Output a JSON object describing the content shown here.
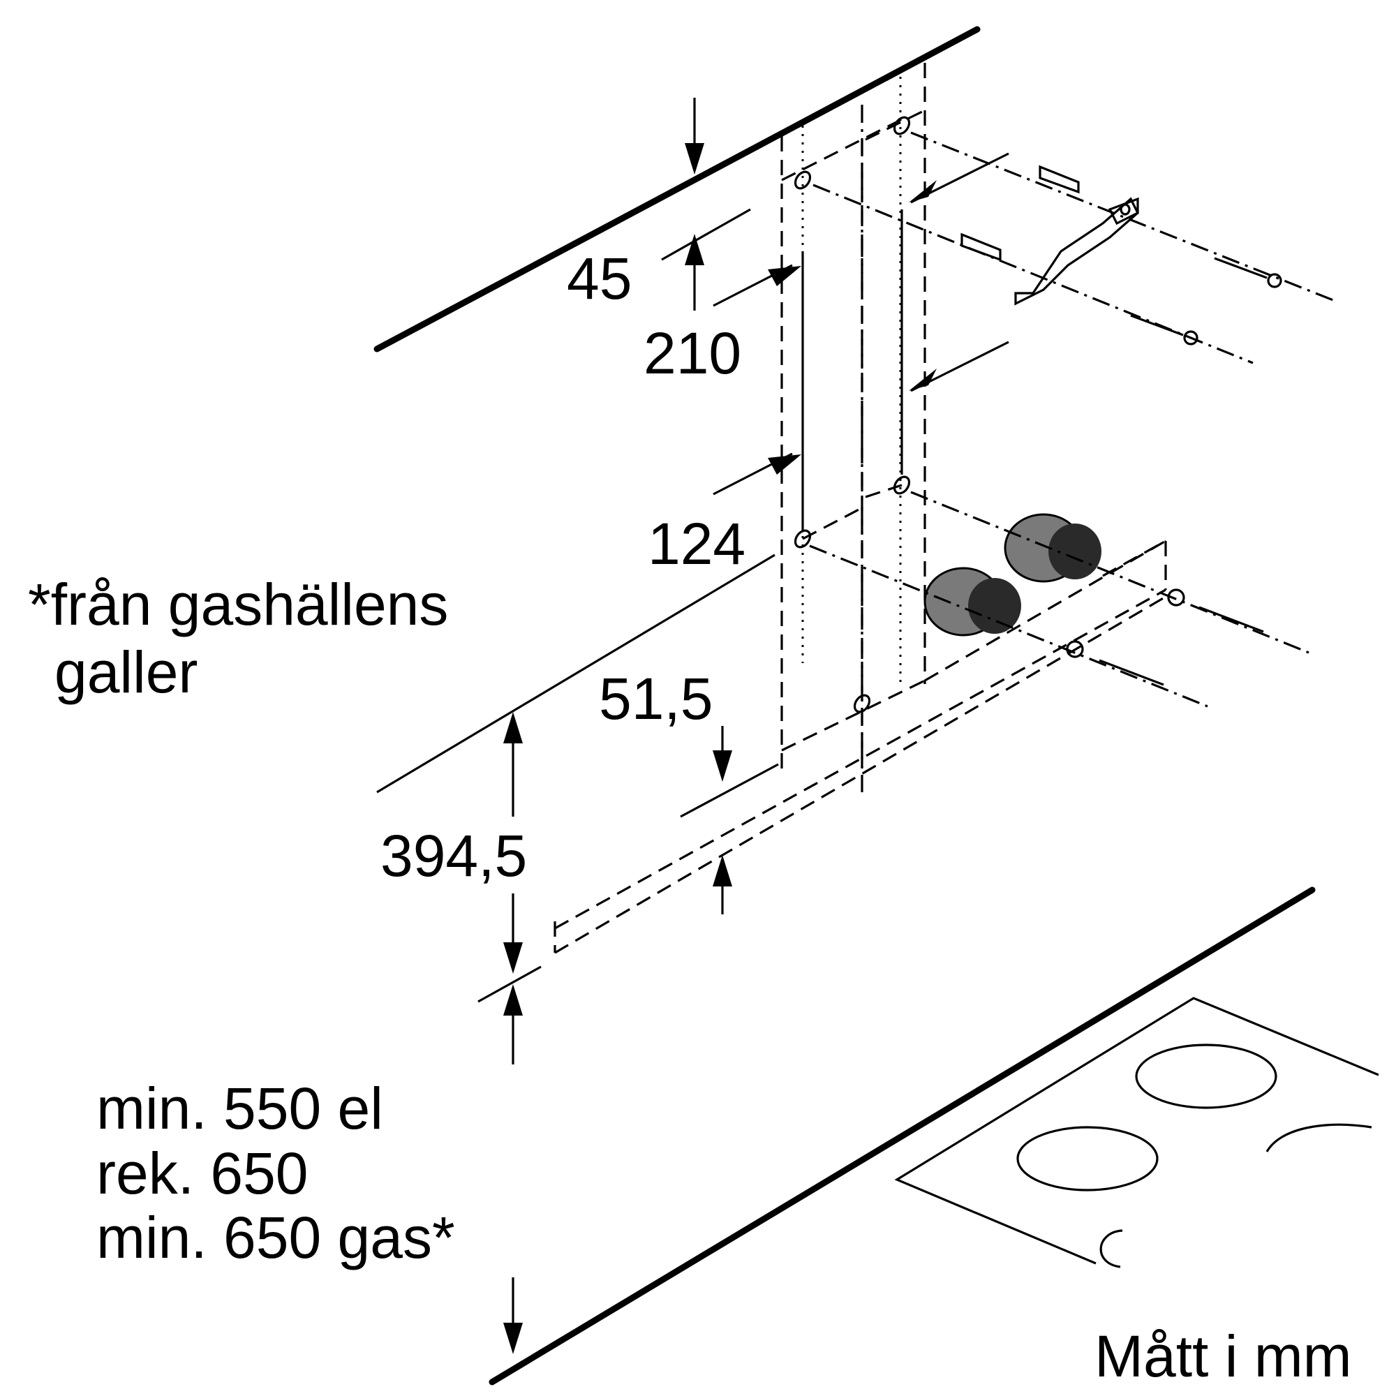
{
  "dimensions": {
    "d45": "45",
    "d210": "210",
    "d124": "124",
    "d51_5": "51,5",
    "d394_5": "394,5"
  },
  "notes": {
    "gas_note_line1": "*från gashällens",
    "gas_note_line2": "galler",
    "clearance_line1": "min. 550 el",
    "clearance_line2": "rek. 650",
    "clearance_line3": "min. 650 gas*",
    "units": "Mått i mm"
  }
}
